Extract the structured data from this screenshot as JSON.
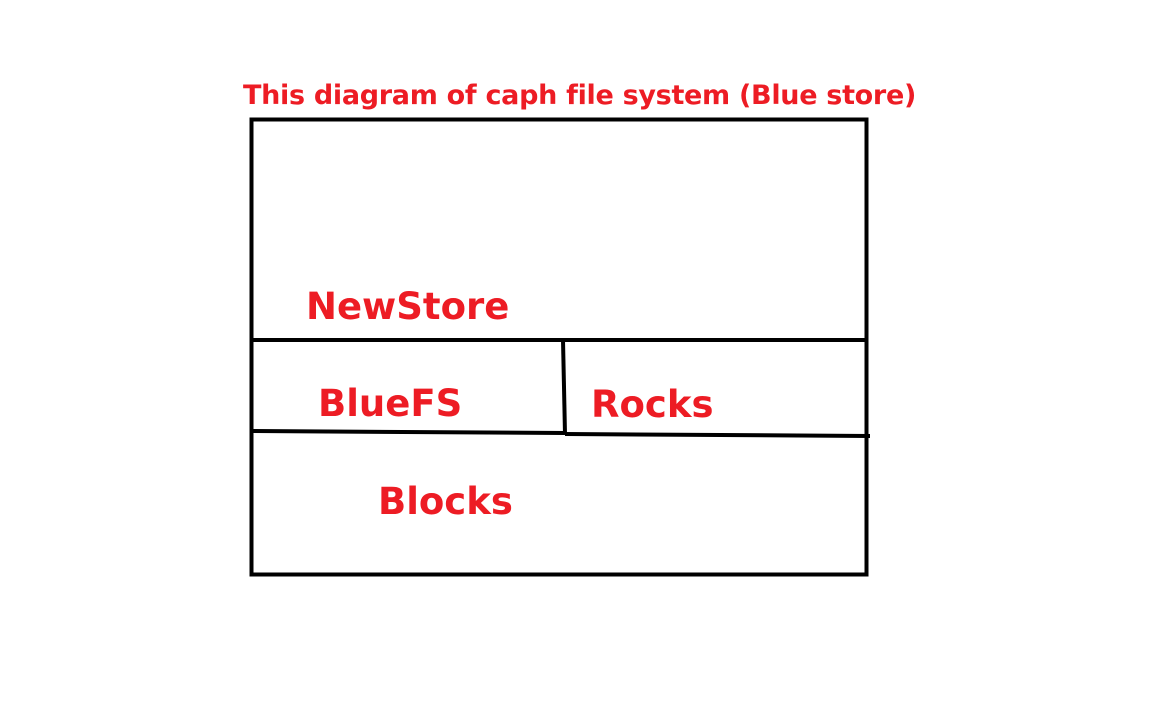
{
  "title": "This diagram of caph file system (Blue store)",
  "layers": {
    "newstore": "NewStore",
    "bluefs": "BlueFS",
    "rocks": "Rocks",
    "blocks": "Blocks"
  },
  "colors": {
    "text": "#ed1c24",
    "lines": "#000000",
    "background": "#ffffff"
  }
}
